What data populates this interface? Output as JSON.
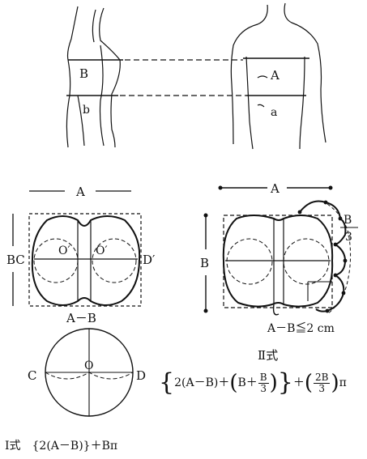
{
  "figure": {
    "side_view": {
      "label_upper": "B",
      "label_lower": "b"
    },
    "front_view": {
      "label_upper": "A",
      "label_lower": "a"
    },
    "diagram1": {
      "width_label": "A",
      "left_label": "BC",
      "right_label": "D′",
      "center_left": "O′",
      "center_right": "O′",
      "bottom_label": "A－B"
    },
    "circle": {
      "left": "C",
      "center": "O",
      "right": "D"
    },
    "diagram2": {
      "width_label": "A",
      "height_label": "B",
      "frac_num": "B",
      "frac_den": "3",
      "bottom_label": "A－B≦2 cm"
    },
    "formula2": {
      "title": "Ⅱ式",
      "t1": "2(A－B)＋",
      "t2": "B＋",
      "f1_num": "B",
      "f1_den": "3",
      "t3": "＋",
      "f2_num": "2B",
      "f2_den": "3",
      "t4": "π"
    },
    "formula1": {
      "text": "Ⅰ式　{2(A－B)}＋Bπ"
    }
  },
  "colors": {
    "ink": "#111111",
    "background": "#ffffff"
  }
}
